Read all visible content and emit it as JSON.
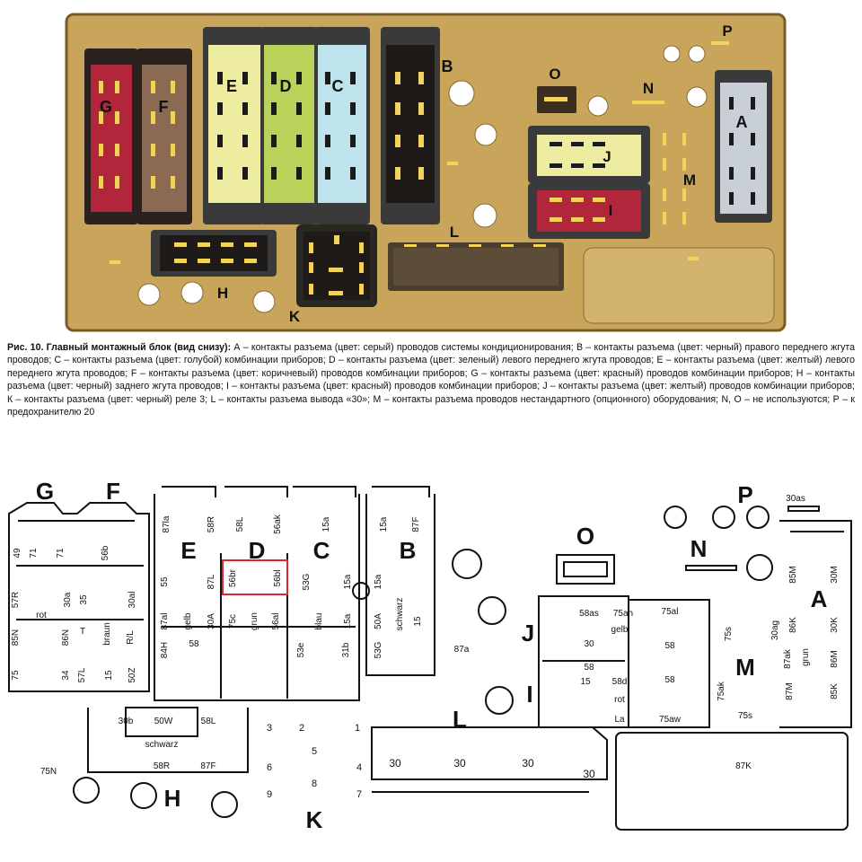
{
  "colors": {
    "board": "#c9a55b",
    "board_border": "#7a5a22",
    "gray": "#c8cfd6",
    "black": "#1d1a17",
    "blue": "#bfe3ec",
    "green": "#b9d35a",
    "yellow": "#eeeca0",
    "brown": "#8a6a52",
    "red": "#b1263b",
    "highlight_box": "#e0242c"
  },
  "top_labels": {
    "g": "G",
    "f": "F",
    "e": "E",
    "d": "D",
    "c": "C",
    "b": "B",
    "o": "O",
    "n": "N",
    "p": "P",
    "a": "A",
    "j": "J",
    "i": "I",
    "m": "M",
    "l": "L",
    "h": "H",
    "k": "K"
  },
  "caption": {
    "heading": "Рис. 10. Главный монтажный блок (вид снизу):",
    "text": " А – контакты разъема (цвет: серый) проводов системы кондиционирования; В – контакты разъема (цвет: черный) правого переднего жгута проводов; С – контакты разъема (цвет: голубой) комбинации приборов; D – контакты разъема (цвет: зеленый) левого переднего жгута проводов; Е – контакты разъема (цвет: желтый) левого переднего жгута проводов; F – контакты разъема (цвет: коричневый) проводов комбинации приборов; G – контакты разъема (цвет: красный) проводов комбинации приборов; Н – контакты разъема (цвет: черный) заднего жгута проводов; I – контакты разъема (цвет: красный) проводов комбинации приборов; J – контакты разъема (цвет: желтый) проводов комбинации приборов; К – контакты разъема (цвет: черный) реле 3; L – контакты разъема вывода «30»; М – контакты разъема проводов нестандартного (опционного) оборудования; N, О – не используются; Р – к предохранителю 20"
  },
  "bottom_labels": {
    "g": "G",
    "f": "F",
    "e": "E",
    "d": "D",
    "c": "C",
    "b": "B",
    "o": "O",
    "n": "N",
    "p": "P",
    "a": "A",
    "j": "J",
    "i": "I",
    "m": "M",
    "l": "L",
    "h": "H",
    "k": "K"
  },
  "pins": {
    "p_30as": "30as",
    "g_49": "49",
    "g_71a": "71",
    "g_71b": "71",
    "f_56b": "56b",
    "g_57r": "57R",
    "g_30a": "30a",
    "g_35": "35",
    "f_30al": "30al",
    "g_rot": "rot",
    "g_85n": "85N",
    "g_86n": "86N",
    "f_braun": "braun",
    "f_rl": "R/L",
    "g_t": "T",
    "g_75": "75",
    "g_34": "34",
    "g_57l": "57L",
    "f_15": "15",
    "f_50z": "50Z",
    "e_87la": "87la",
    "e_58r": "58R",
    "d_58l": "58L",
    "c_56ak": "56ak",
    "c_15a": "15a",
    "b_15a": "15a",
    "b_87f": "87F",
    "e_55": "55",
    "e_87l": "87L",
    "d_56br": "56br",
    "d_56bl": "56bl",
    "c_53g": "53G",
    "c_15a2": "15a",
    "b_15a2": "15a",
    "e_87al": "87al",
    "e_gelb": "gelb",
    "e_30a": "30A",
    "d_75c": "75c",
    "d_grun": "grun",
    "d_56al": "56al",
    "c_blau": "blau",
    "c_15a3": "15a",
    "b_50a": "50A",
    "b_schwarz": "schwarz",
    "b_15": "15",
    "e_84h": "84H",
    "e_58": "58",
    "c_53e": "53e",
    "c_31b": "31b",
    "b_53g": "53G",
    "b_87a": "87a",
    "h_30b": "30b",
    "h_50w": "50W",
    "h_schwarz": "schwarz",
    "h_58r": "58R",
    "h_58l": "58L",
    "h_87f": "87F",
    "h_75n": "75N",
    "k_3": "3",
    "k_2": "2",
    "k_1": "1",
    "k_5": "5",
    "k_6": "6",
    "k_4": "4",
    "k_9": "9",
    "k_8": "8",
    "k_7": "7",
    "l_30a": "30",
    "l_30b": "30",
    "l_30c": "30",
    "l_30d": "30",
    "j_58as": "58as",
    "j_75ah": "75ah",
    "j_gelb": "gelb",
    "j_30": "30",
    "j_58": "58",
    "j_75al": "75al",
    "j_58b": "58",
    "i_15": "15",
    "i_58d": "58d",
    "i_rot": "rot",
    "i_la": "La",
    "i_58": "58",
    "i_75aw": "75aw",
    "m_75s": "75s",
    "m_30ag": "30ag",
    "m_75ak": "75ak",
    "m_75s2": "75s",
    "a_85m": "85M",
    "a_30m": "30M",
    "a_86k": "86K",
    "a_30k": "30K",
    "a_87ak": "87ak",
    "a_grun": "grun",
    "a_86m": "86M",
    "a_87m": "87M",
    "a_85k": "85K",
    "a_87k": "87K"
  }
}
